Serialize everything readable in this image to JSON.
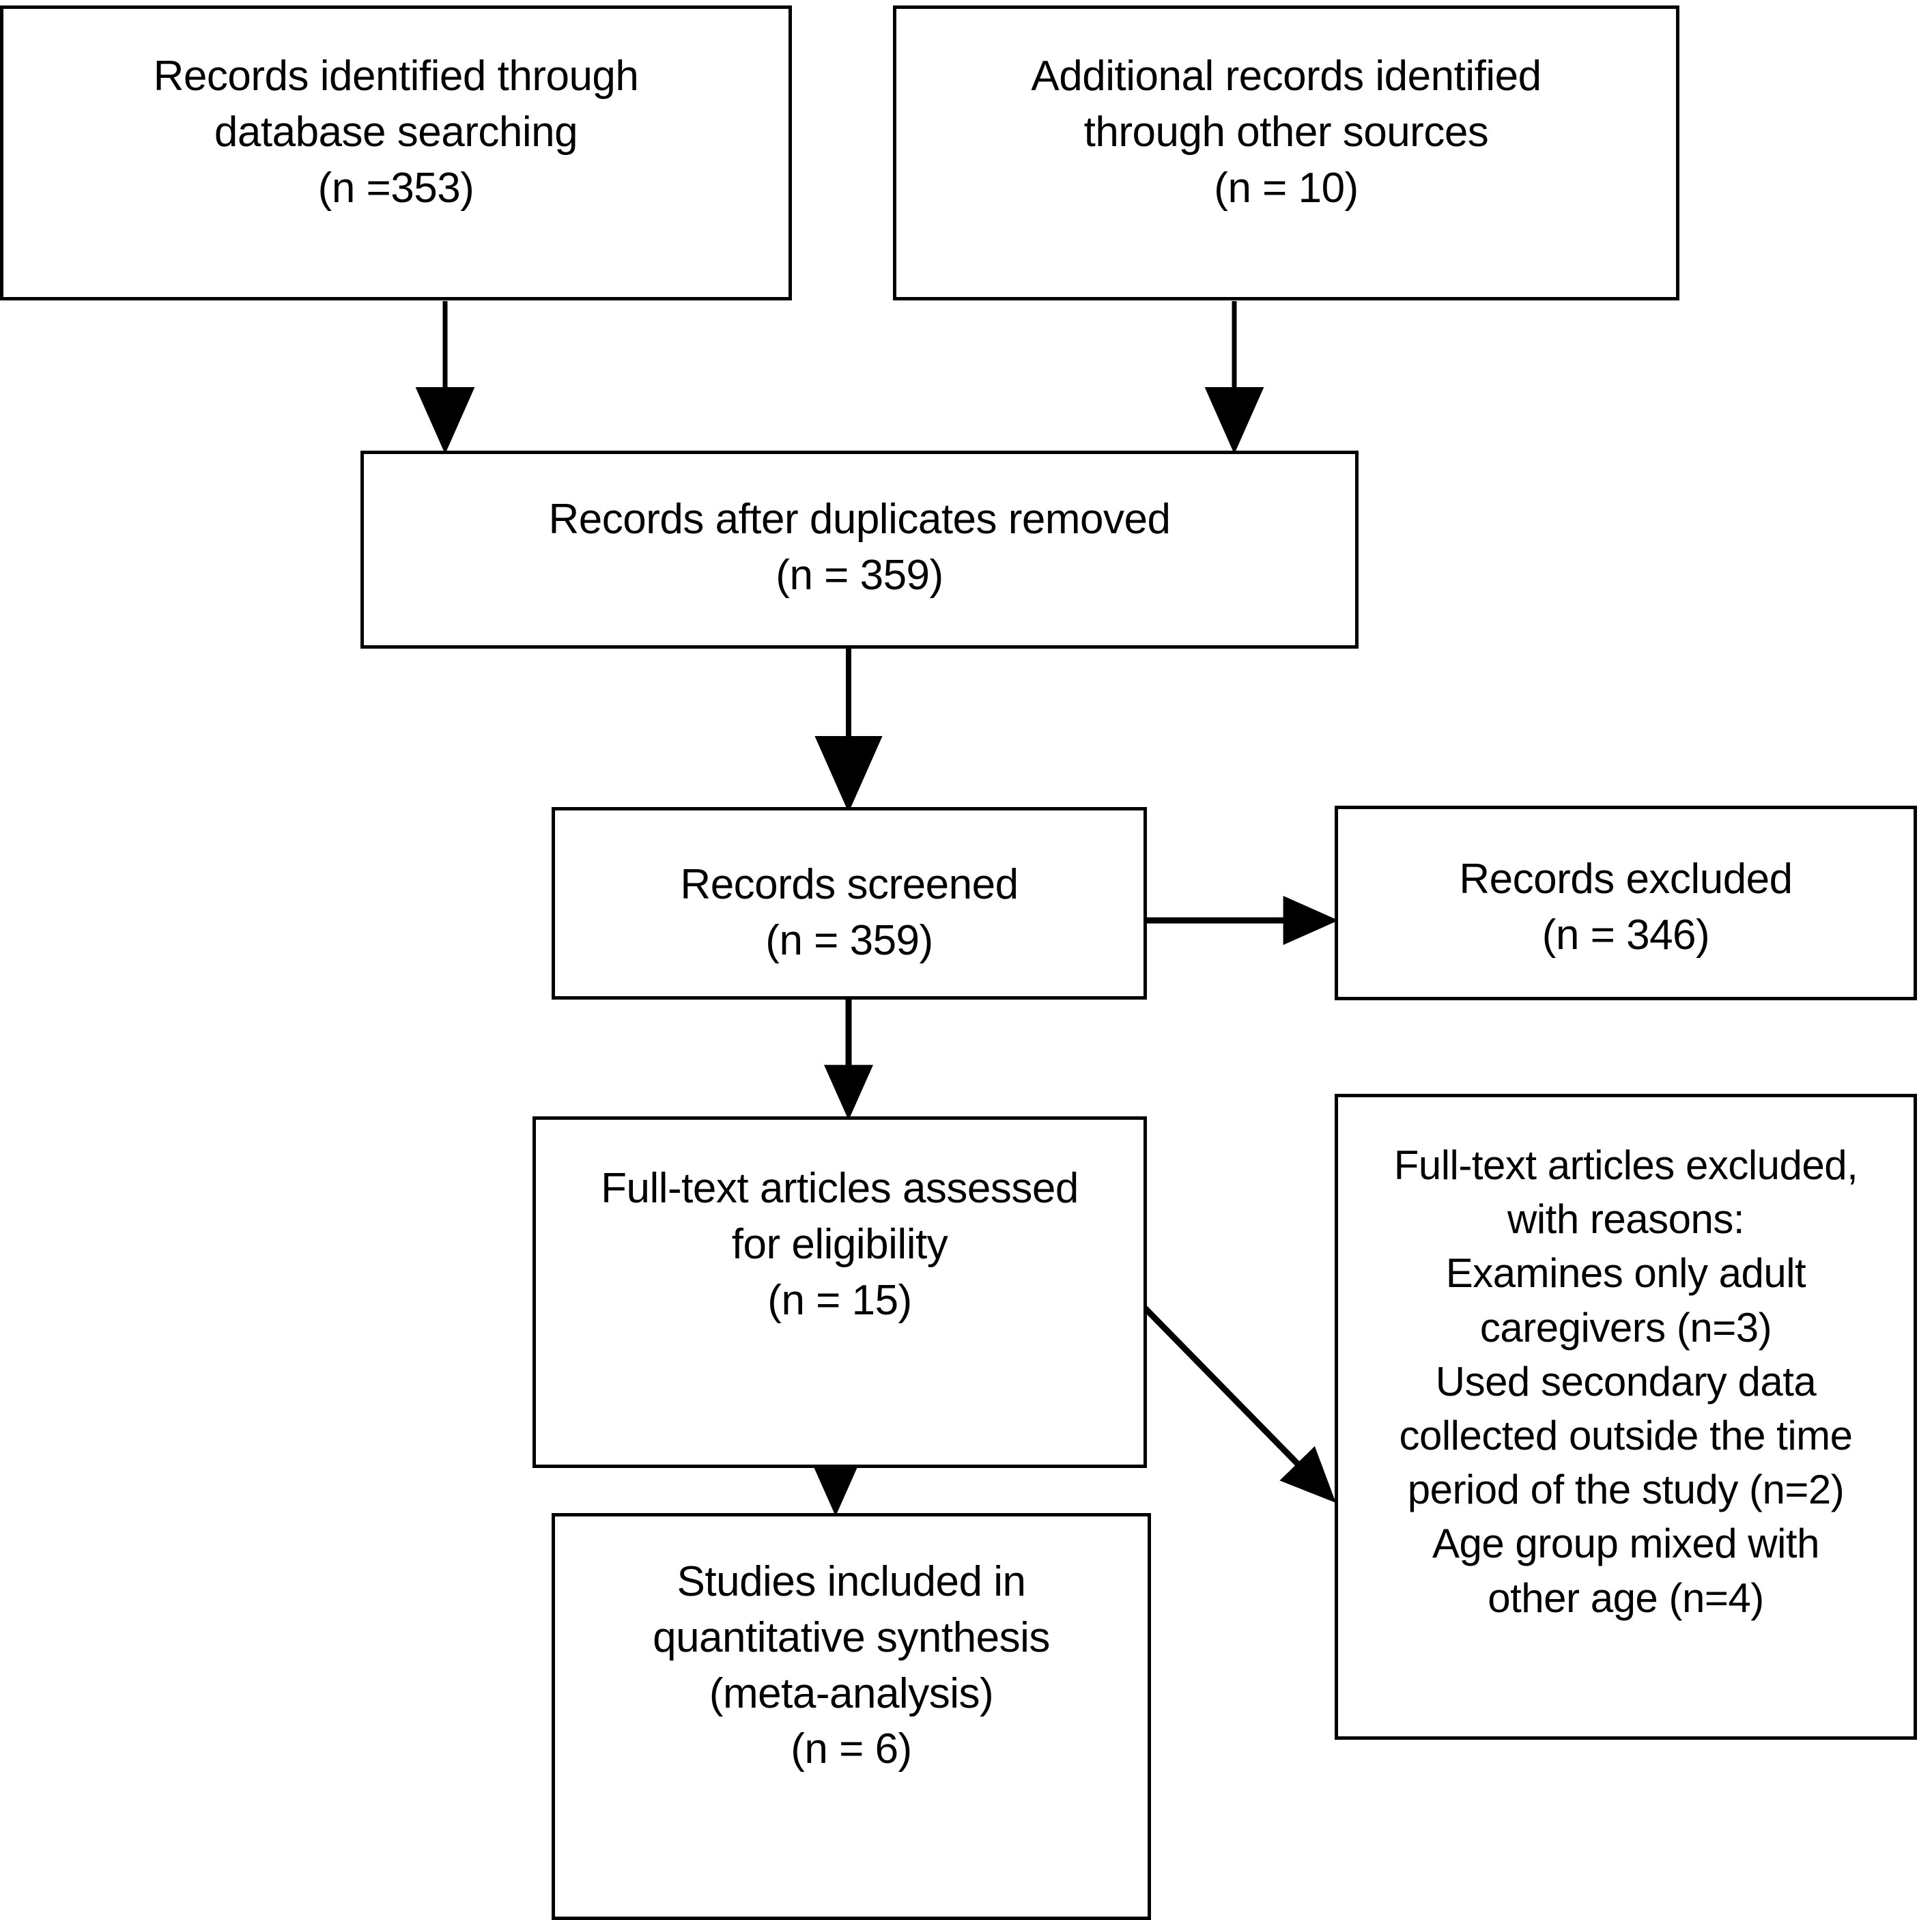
{
  "diagram": {
    "type": "prisma-flow-diagram",
    "title": "",
    "colors": {
      "border": "#000000",
      "background": "#ffffff",
      "text": "#000000",
      "connector": "#000000"
    },
    "boxes": [
      {
        "id": "db-search",
        "name": "records-identified-database",
        "lines": [
          "Records identified through",
          "database searching",
          "(n =353)"
        ],
        "n": 353
      },
      {
        "id": "other-sources",
        "name": "additional-records-other-sources",
        "lines": [
          "Additional records identified",
          "through other sources",
          "(n = 10)"
        ],
        "n": 10
      },
      {
        "id": "dedup",
        "name": "records-after-duplicates-removed",
        "lines": [
          "Records after duplicates removed",
          "(n = 359)"
        ],
        "n": 359
      },
      {
        "id": "screened",
        "name": "records-screened",
        "lines": [
          "Records screened",
          "(n = 359)"
        ],
        "n": 359
      },
      {
        "id": "excluded",
        "name": "records-excluded",
        "lines": [
          "Records excluded",
          "(n = 346)"
        ],
        "n": 346
      },
      {
        "id": "fulltext",
        "name": "full-text-articles-assessed",
        "lines": [
          "Full-text articles assessed",
          "for eligibility",
          "(n = 15)"
        ],
        "n": 15
      },
      {
        "id": "reasons",
        "name": "full-text-articles-excluded-with-reasons",
        "lines": [
          "Full-text articles excluded,",
          "with reasons:",
          "Examines only adult",
          "caregivers (n=3)",
          "Used secondary data",
          "collected outside the time",
          "period of the study (n=2)",
          "Age group mixed with",
          "other age (n=4)"
        ],
        "reasons": [
          {
            "label": "Examines only adult caregivers",
            "n": 3
          },
          {
            "label": "Used secondary data collected outside the time period of the study",
            "n": 2
          },
          {
            "label": "Age group mixed with other age",
            "n": 4
          }
        ]
      },
      {
        "id": "included",
        "name": "studies-included-quantitative-synthesis",
        "lines": [
          "Studies included in",
          "quantitative synthesis",
          "(meta-analysis)",
          "(n = 6)"
        ],
        "n": 6
      }
    ],
    "connectors": [
      {
        "name": "arrow-db-search-to-dedup",
        "from": "db-search",
        "to": "dedup",
        "style": "vertical"
      },
      {
        "name": "arrow-other-sources-to-dedup",
        "from": "other-sources",
        "to": "dedup",
        "style": "vertical"
      },
      {
        "name": "arrow-dedup-to-screened",
        "from": "dedup",
        "to": "screened",
        "style": "vertical"
      },
      {
        "name": "arrow-screened-to-excluded",
        "from": "screened",
        "to": "excluded",
        "style": "horizontal"
      },
      {
        "name": "arrow-screened-to-fulltext",
        "from": "screened",
        "to": "fulltext",
        "style": "vertical"
      },
      {
        "name": "arrow-fulltext-to-reasons",
        "from": "fulltext",
        "to": "reasons",
        "style": "diagonal"
      },
      {
        "name": "arrow-fulltext-to-included",
        "from": "fulltext",
        "to": "included",
        "style": "vertical"
      }
    ]
  }
}
